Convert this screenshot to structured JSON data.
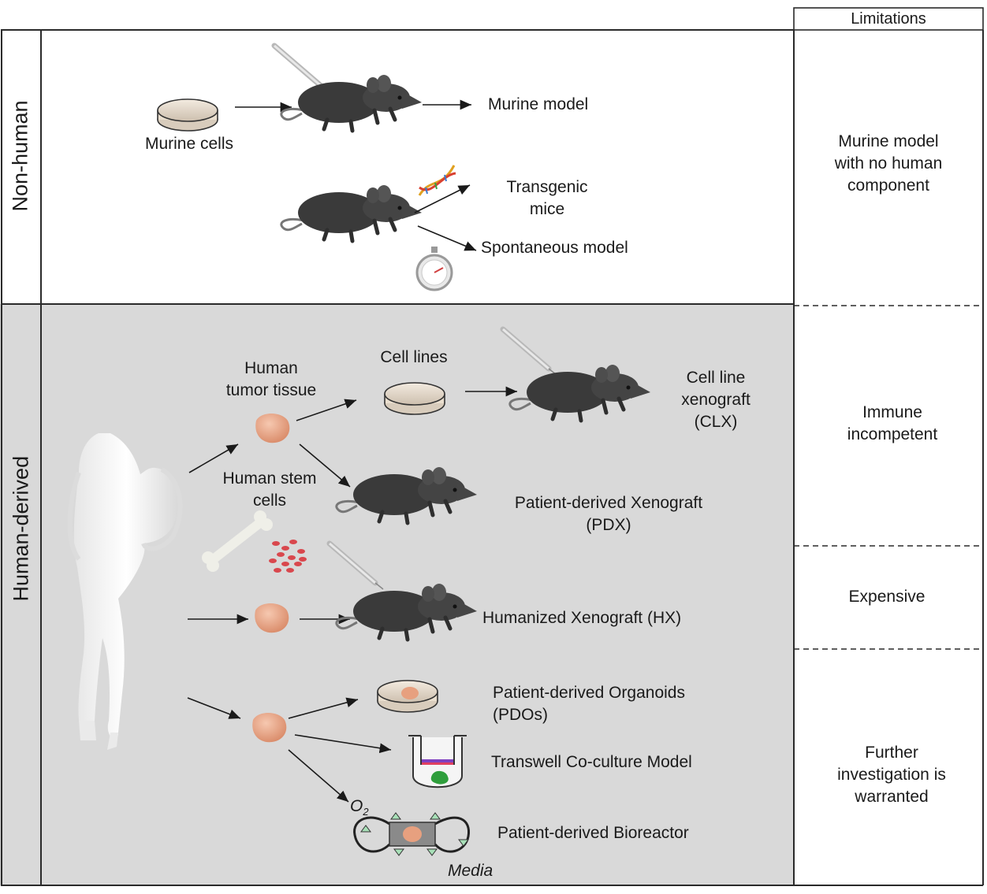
{
  "header": {
    "limitations_title": "Limitations"
  },
  "sections": {
    "non_human": "Non-human",
    "human_derived": "Human-derived"
  },
  "non_human": {
    "murine_cells": "Murine cells",
    "murine_model": "Murine model",
    "transgenic_line1": "Transgenic",
    "transgenic_line2": "mice",
    "spontaneous_model": "Spontaneous model"
  },
  "human_derived": {
    "tumor_tissue_line1": "Human",
    "tumor_tissue_line2": "tumor tissue",
    "cell_lines": "Cell lines",
    "clx_line1": "Cell line",
    "clx_line2": "xenograft",
    "clx_line3": "(CLX)",
    "stem_cells_line1": "Human stem",
    "stem_cells_line2": "cells",
    "pdx_line1": "Patient-derived Xenograft",
    "pdx_line2": "(PDX)",
    "hx": "Humanized Xenograft (HX)",
    "pdo_line1": "Patient-derived Organoids",
    "pdo_line2": "(PDOs)",
    "transwell": "Transwell Co-culture Model",
    "bioreactor": "Patient-derived Bioreactor",
    "o2_base": "O",
    "o2_sub": "2",
    "media": "Media"
  },
  "limitations": {
    "murine_line1": "Murine model",
    "murine_line2": "with no human",
    "murine_line3": "component",
    "immune_line1": "Immune",
    "immune_line2": "incompetent",
    "expensive": "Expensive",
    "further_line1": "Further",
    "further_line2": "investigation is",
    "further_line3": "warranted"
  },
  "colors": {
    "human_panel_bg": "#d9d9d9",
    "mouse": "#3a3a3a",
    "tissue": "#e7a07f",
    "cells": "#d9474d",
    "organoid_green": "#2f9e3c"
  }
}
